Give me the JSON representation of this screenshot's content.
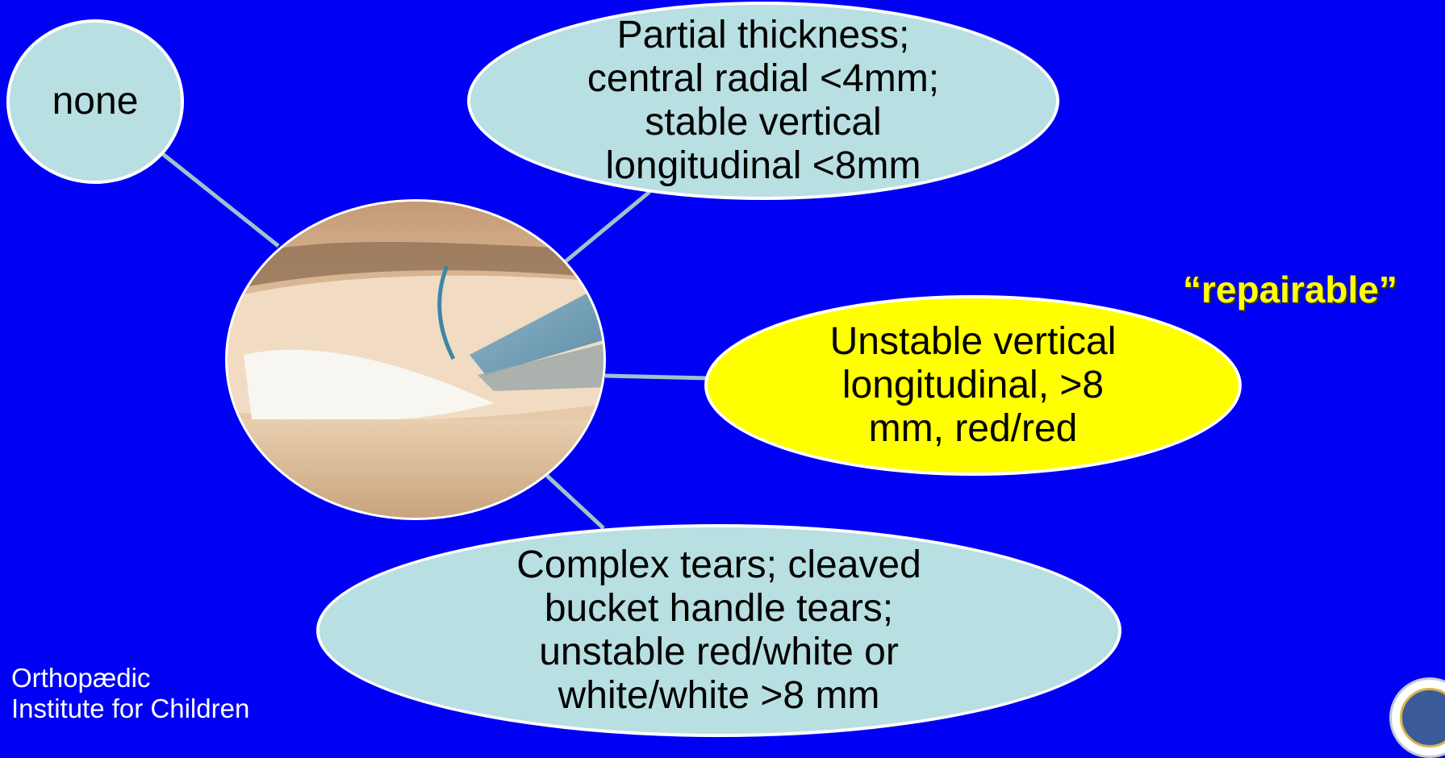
{
  "nodes": {
    "none": {
      "text": "none",
      "fill": "#b8dfe1"
    },
    "partial": {
      "lines": [
        "Partial thickness;",
        "central radial <4mm;",
        "stable vertical",
        "longitudinal <8mm"
      ],
      "fill": "#b8dfe1"
    },
    "unstable": {
      "lines": [
        "Unstable vertical",
        "longitudinal, >8",
        "mm, red/red"
      ],
      "fill": "#ffff00"
    },
    "complex": {
      "lines": [
        "Complex tears; cleaved",
        "bucket handle tears;",
        "unstable red/white or",
        "white/white >8 mm"
      ],
      "fill": "#b8dfe1"
    }
  },
  "center_image": {
    "description_icon": "arthroscopic-meniscus-image"
  },
  "callout": {
    "text": "“repairable”",
    "color": "#ffff00"
  },
  "logo": {
    "lines": [
      "Orthopædic",
      "Institute for Children"
    ]
  },
  "colors": {
    "background": "#0000f5",
    "connector": "#9fc3cc"
  }
}
